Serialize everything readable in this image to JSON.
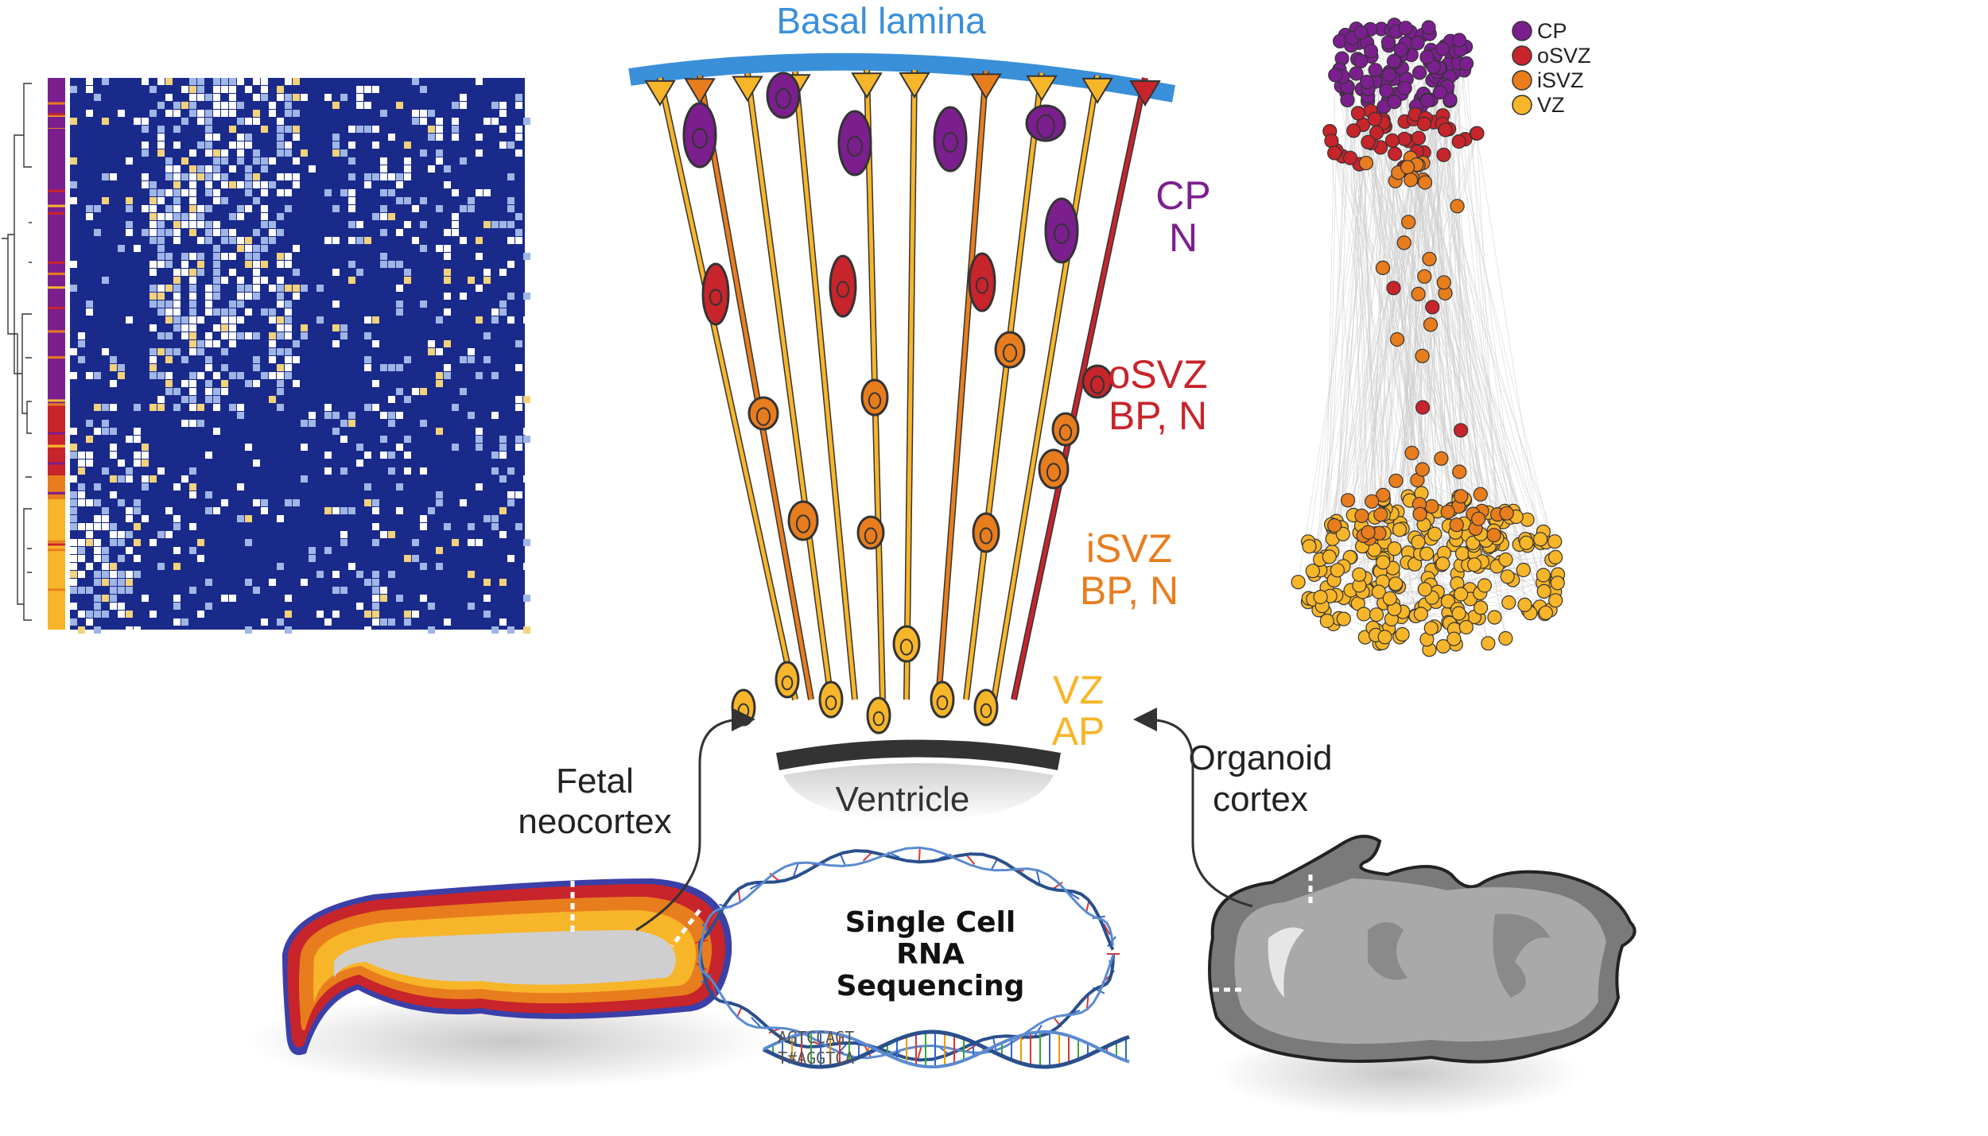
{
  "top_label": "Basal lamina",
  "ventricle_label": "Ventricle",
  "layers": [
    {
      "zone": "CP",
      "types": "N",
      "color": "#7b1f8e"
    },
    {
      "zone": "oSVZ",
      "types": "BP, N",
      "color": "#c8242b"
    },
    {
      "zone": "iSVZ",
      "types": "BP, N",
      "color": "#e87d1e"
    },
    {
      "zone": "VZ",
      "types": "AP",
      "color": "#f7b529"
    }
  ],
  "legend": [
    {
      "label": "CP",
      "color": "#7b1f8e"
    },
    {
      "label": "oSVZ",
      "color": "#c8242b"
    },
    {
      "label": "iSVZ",
      "color": "#e87d1e"
    },
    {
      "label": "VZ",
      "color": "#f7b529"
    }
  ],
  "fetal_label": [
    "Fetal",
    "neocortex"
  ],
  "organoid_label": [
    "Organoid",
    "cortex"
  ],
  "dna_label": [
    "Single Cell",
    "RNA",
    "Sequencing"
  ],
  "sequence_lines": [
    "AGTCCAGT",
    "T#AGGTCA"
  ],
  "colors": {
    "heatmap_bg": "#1a2a8a",
    "basal_lamina": "#3a8fd9",
    "ventricle": "#333333",
    "edge": "#cccccc"
  }
}
